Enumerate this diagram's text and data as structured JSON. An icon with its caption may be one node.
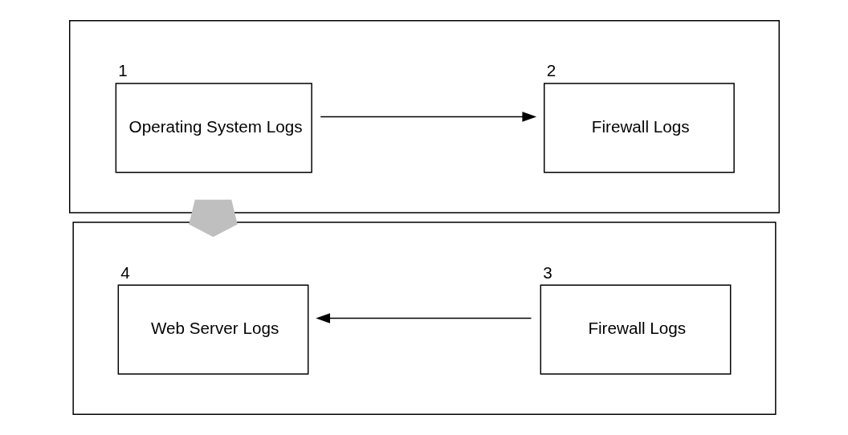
{
  "diagram": {
    "nodes": [
      {
        "text": [],
        "shape": "box"
      },
      {
        "text": [
          "1",
          "Operating System Logs"
        ],
        "in": 0
      },
      {
        "text": [
          "2",
          "Firewall Logs"
        ],
        "in": 0
      },
      {
        "text": [],
        "shape": "box"
      },
      {
        "text": [
          "4",
          "Web Server Logs"
        ],
        "in": 3
      },
      {
        "text": [
          "3",
          "Firewall Logs"
        ],
        "in": 3
      }
    ],
    "edges": [
      {
        "from": 1,
        "to": 2,
        "arrow": "to"
      },
      {
        "from": 5,
        "to": 4,
        "arrow": "to"
      },
      {
        "from": 0,
        "to": 3,
        "arrow": "to",
        "style": "thick",
        "color": "#bfbfbf"
      }
    ]
  }
}
